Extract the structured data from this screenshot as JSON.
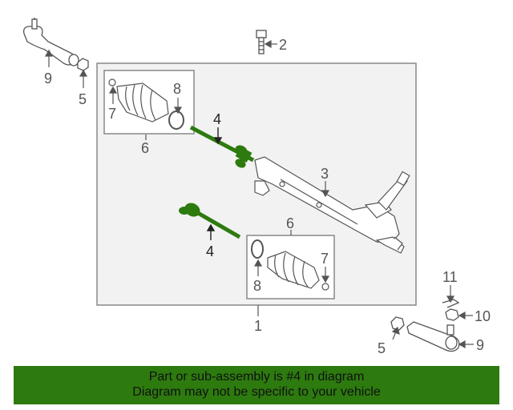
{
  "callouts": {
    "c1": "1",
    "c2": "2",
    "c3": "3",
    "c4_top": "4",
    "c4_bottom": "4",
    "c5_left": "5",
    "c5_right": "5",
    "c6_left": "6",
    "c6_right": "6",
    "c7_left": "7",
    "c7_right": "7",
    "c8_left": "8",
    "c8_right": "8",
    "c9_left": "9",
    "c9_right": "9",
    "c10": "10",
    "c11": "11"
  },
  "footer": {
    "line1": "Part or sub-assembly is #4 in diagram",
    "line2": "Diagram may not be specific to your vehicle"
  },
  "colors": {
    "highlight": "#2d7a0f",
    "line": "#888888",
    "box_fill": "#f2f2f2"
  }
}
